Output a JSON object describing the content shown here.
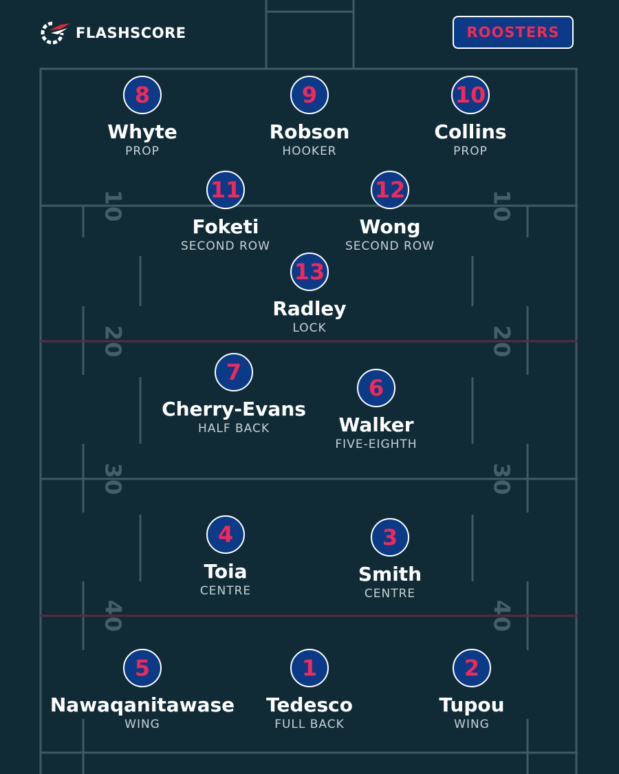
{
  "brand": {
    "name": "FLASHSCORE",
    "logo_icon": "flashscore-logo-icon"
  },
  "team": {
    "name": "ROOSTERS"
  },
  "colors": {
    "background": "#102b36",
    "circle_fill": "#0b3a86",
    "number_accent": "#f2285a",
    "line": "#3f5a64",
    "red_line": "#5a2a40"
  },
  "field": {
    "yard_labels": [
      "10",
      "20",
      "30",
      "40"
    ]
  },
  "players": [
    {
      "number": "8",
      "name": "Whyte",
      "position": "PROP"
    },
    {
      "number": "9",
      "name": "Robson",
      "position": "HOOKER"
    },
    {
      "number": "10",
      "name": "Collins",
      "position": "PROP"
    },
    {
      "number": "11",
      "name": "Foketi",
      "position": "SECOND ROW"
    },
    {
      "number": "12",
      "name": "Wong",
      "position": "SECOND ROW"
    },
    {
      "number": "13",
      "name": "Radley",
      "position": "LOCK"
    },
    {
      "number": "7",
      "name": "Cherry-Evans",
      "position": "HALF BACK"
    },
    {
      "number": "6",
      "name": "Walker",
      "position": "FIVE-EIGHTH"
    },
    {
      "number": "4",
      "name": "Toia",
      "position": "CENTRE"
    },
    {
      "number": "3",
      "name": "Smith",
      "position": "CENTRE"
    },
    {
      "number": "5",
      "name": "Nawaqanitawase",
      "position": "WING"
    },
    {
      "number": "1",
      "name": "Tedesco",
      "position": "FULL BACK"
    },
    {
      "number": "2",
      "name": "Tupou",
      "position": "WING"
    }
  ]
}
